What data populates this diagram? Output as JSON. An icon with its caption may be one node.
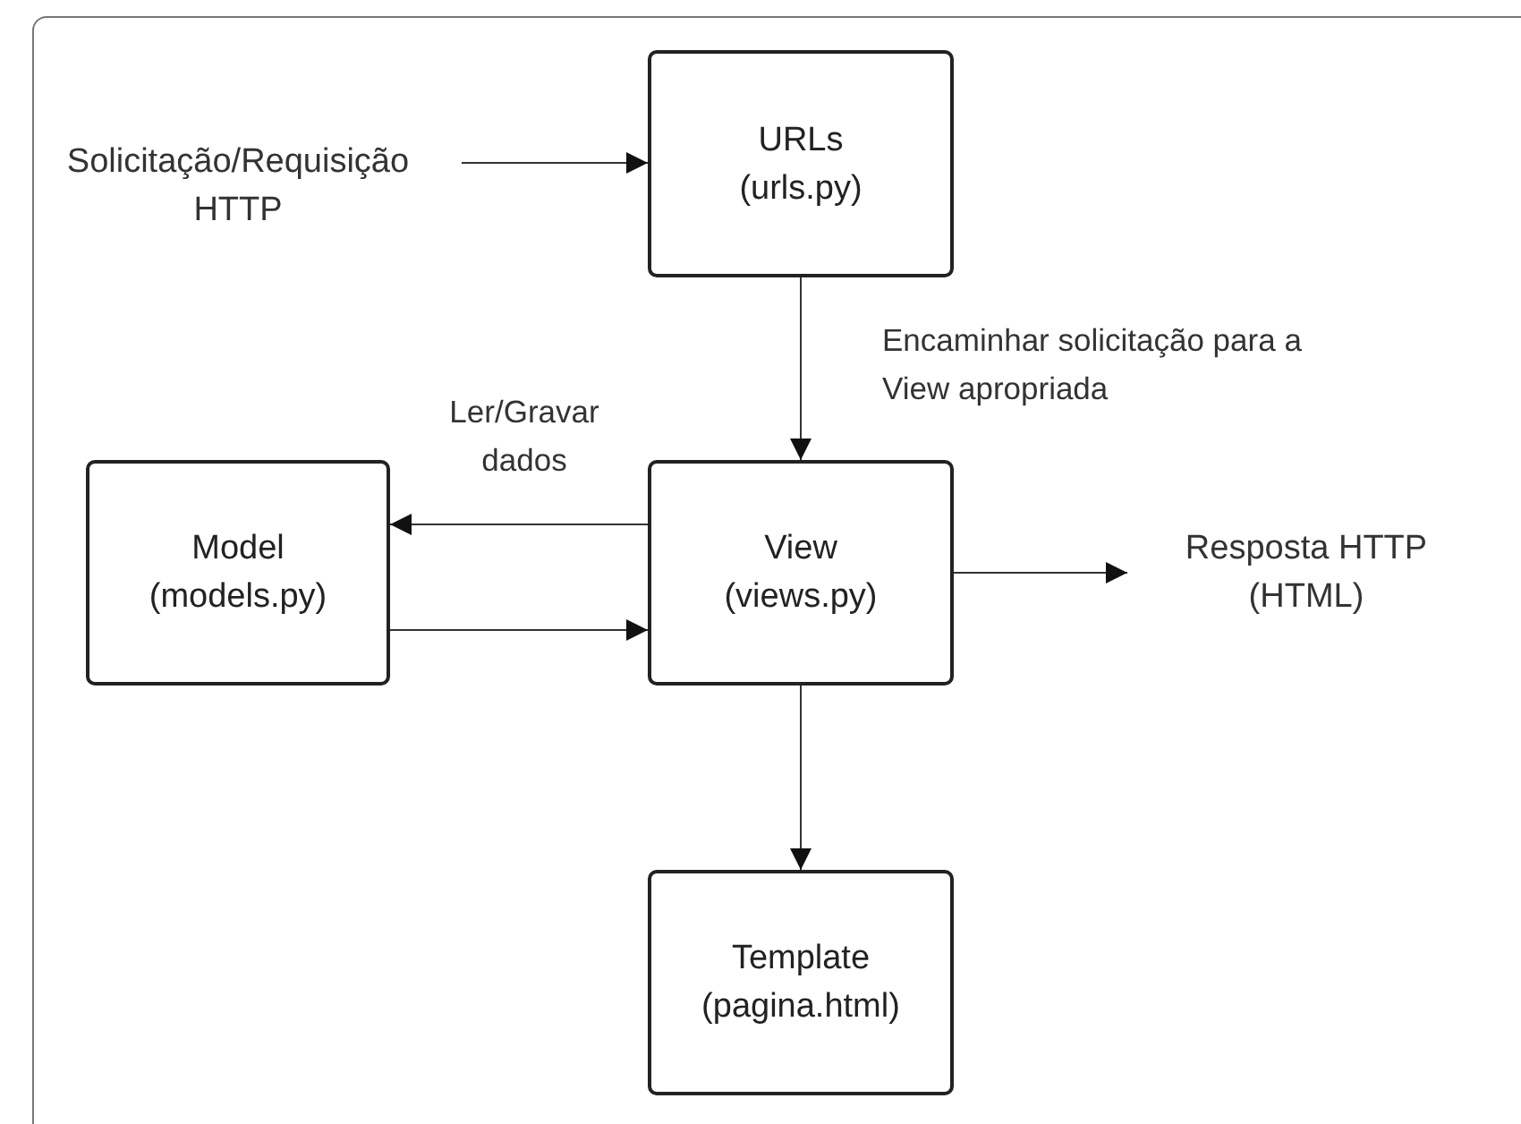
{
  "diagram": {
    "nodes": [
      {
        "text": [
          "Solicitação/Requisição HTTP"
        ]
      },
      {
        "text": [
          "URLs (urls.py)"
        ]
      },
      {
        "text": [
          "Model (models.py)"
        ]
      },
      {
        "text": [
          "View (views.py)"
        ]
      },
      {
        "text": [
          "Resposta HTTP (HTML)"
        ]
      },
      {
        "text": [
          "Template (pagina.html)"
        ]
      }
    ],
    "edges": [
      {
        "from": 0,
        "to": 1,
        "arrow": "to"
      },
      {
        "from": 1,
        "to": 3,
        "arrow": "to",
        "label": "Encaminhar solicitação para a View apropriada"
      },
      {
        "from": 3,
        "to": 2,
        "arrow": "to",
        "label": "Ler/Gravar dados"
      },
      {
        "from": 2,
        "to": 3,
        "arrow": "to"
      },
      {
        "from": 3,
        "to": 4,
        "arrow": "to"
      },
      {
        "from": 3,
        "to": 5,
        "arrow": "to"
      }
    ]
  }
}
